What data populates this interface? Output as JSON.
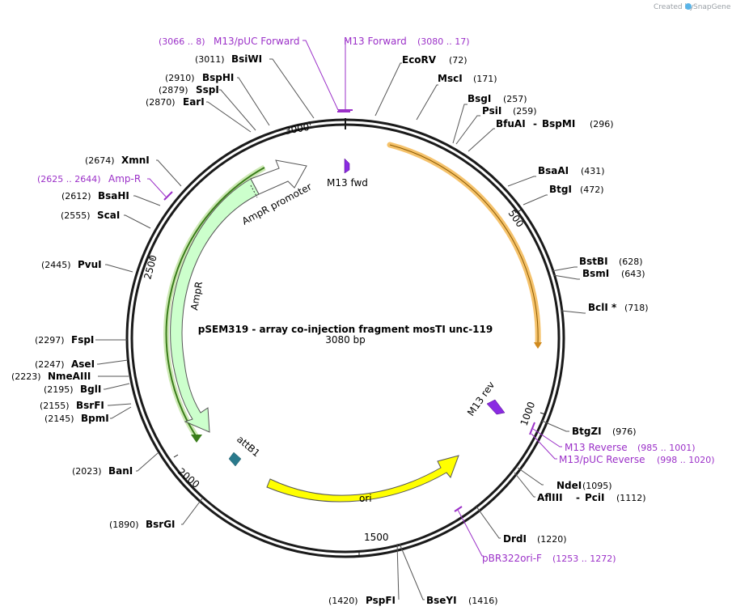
{
  "credit": {
    "prefix": "Created by",
    "brand": "SnapGene"
  },
  "title": "pSEM319 - array co-injection fragment mosTI unc-119",
  "subtitle": "3080 bp",
  "ticks": [
    "3000",
    "500",
    "1000",
    "1500",
    "2000",
    "2500"
  ],
  "features": {
    "m13fwd": "M13 fwd",
    "m13rev": "M13 rev",
    "attb1": "attB1",
    "ori": "ori",
    "ampr": "AmpR",
    "ampr_promoter": "AmpR promoter"
  },
  "sites": [
    {
      "name": "EcoRV",
      "pos": "(72)"
    },
    {
      "name": "MscI",
      "pos": "(171)"
    },
    {
      "name": "BsgI",
      "pos": "(257)"
    },
    {
      "name": "PsiI",
      "pos": "(259)"
    },
    {
      "name": "BfuAI",
      "name2": "BspMI",
      "pos": "(296)"
    },
    {
      "name": "BsaAI",
      "pos": "(431)"
    },
    {
      "name": "BtgI",
      "pos": "(472)"
    },
    {
      "name": "BstBI",
      "pos": "(628)"
    },
    {
      "name": "BsmI",
      "pos": "(643)"
    },
    {
      "name": "BclI *",
      "pos": "(718)"
    },
    {
      "name": "BtgZI",
      "pos": "(976)"
    },
    {
      "name": "NdeI",
      "pos": "(1095)"
    },
    {
      "name": "AflIII",
      "name2": "PciI",
      "pos": "(1112)"
    },
    {
      "name": "DrdI",
      "pos": "(1220)"
    },
    {
      "name": "BseYI",
      "pos": "(1416)"
    },
    {
      "name": "PspFI",
      "pos": "(1420)"
    },
    {
      "name": "BsrGI",
      "pos": "(1890)"
    },
    {
      "name": "BanI",
      "pos": "(2023)"
    },
    {
      "name": "BpmI",
      "pos": "(2145)"
    },
    {
      "name": "BsrFI",
      "pos": "(2155)"
    },
    {
      "name": "BglI",
      "pos": "(2195)"
    },
    {
      "name": "NmeAIII",
      "pos": "(2223)"
    },
    {
      "name": "AseI",
      "pos": "(2247)"
    },
    {
      "name": "FspI",
      "pos": "(2297)"
    },
    {
      "name": "PvuI",
      "pos": "(2445)"
    },
    {
      "name": "ScaI",
      "pos": "(2555)"
    },
    {
      "name": "BsaHI",
      "pos": "(2612)"
    },
    {
      "name": "XmnI",
      "pos": "(2674)"
    },
    {
      "name": "EarI",
      "pos": "(2870)"
    },
    {
      "name": "SspI",
      "pos": "(2879)"
    },
    {
      "name": "BspHI",
      "pos": "(2910)"
    },
    {
      "name": "BsiWI",
      "pos": "(3011)"
    }
  ],
  "primers": [
    {
      "name": "M13/pUC Forward",
      "pos": "(3066 .. 8)"
    },
    {
      "name": "M13 Forward",
      "pos": "(3080 .. 17)"
    },
    {
      "name": "Amp-R",
      "pos": "(2625 .. 2644)"
    },
    {
      "name": "M13 Reverse",
      "pos": "(985 .. 1001)"
    },
    {
      "name": "M13/pUC Reverse",
      "pos": "(998 .. 1020)"
    },
    {
      "name": "pBR322ori-F",
      "pos": "(1253 .. 1272)"
    }
  ],
  "colors": {
    "backbone": "#1a1a1a",
    "ori": "#ffff00",
    "orf_orange": "#f5c26b",
    "ampr_fill": "#ccffcc",
    "ampr_outline": "#3a7d1a",
    "primer": "#9b30c8",
    "m13": "#8a2be2",
    "attb1": "#2a7a8c"
  }
}
